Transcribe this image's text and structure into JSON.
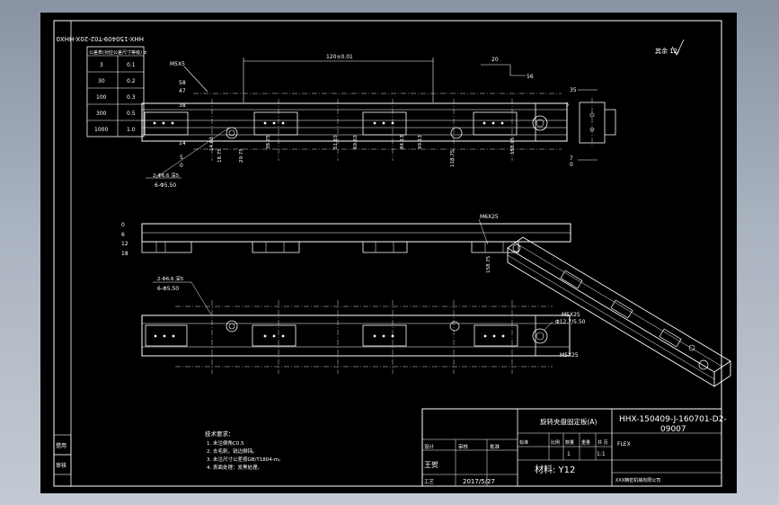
{
  "sheet": {
    "rotated_code": "HHX-150409-T02-20X-HHX0",
    "roughness": "其余 12/",
    "surface_note": "M5X5"
  },
  "tolerance_table": {
    "header": "公差表(对应公差尺寸等级) ±",
    "rows": [
      [
        "3",
        "0.1"
      ],
      [
        "30",
        "0.2"
      ],
      [
        "100",
        "0.3"
      ],
      [
        "300",
        "0.5"
      ],
      [
        "1000",
        "1.0"
      ]
    ]
  },
  "dimensions": {
    "top_span": "120±0.01",
    "small_span": "20",
    "v56": "56",
    "v58": "58",
    "v47": "47",
    "v38": "38",
    "v35": "35",
    "v5": "5",
    "v7": "7",
    "v14": "14",
    "v0": "0",
    "hole_note_top": "2-Φ6.6 深5",
    "hole_note_mid": "6-Φ5.50",
    "m6": "M6X25",
    "m5_right": "M5X25",
    "hole_right": "Φ12.7/5.50",
    "elev": [
      "6",
      "12",
      "18"
    ]
  },
  "vertical_labels": [
    "14.63",
    "18.75",
    "29.75",
    "38.75",
    "51.63",
    "69.63",
    "84.13",
    "99.13",
    "118.75",
    "158.75"
  ],
  "notes": {
    "title": "技术要求：",
    "lines": [
      "1. 未注倒角C0.5",
      "2. 去毛刺，锐边倒钝。",
      "3. 未注尺寸公差按GB/T1804-m。",
      "4. 表面处理：发黑处理。"
    ]
  },
  "title_block": {
    "part_name": "旋转夹盘固定板(A)",
    "drawing_number": "HHX-150409-J-160701-D2-09007",
    "material": "材料: Y12",
    "designer": "王贺",
    "date": "2017/5/27",
    "scale": "1:1",
    "quantity": "1",
    "company": "XXX精密机械有限公司",
    "label_design": "设计",
    "label_check": "审核",
    "label_approve": "批准",
    "label_proc": "工艺",
    "label_std": "标准",
    "label_scale": "比例",
    "label_qty": "数量",
    "label_weight": "重量",
    "label_sheet": "共 页",
    "label_page": "第 页",
    "label_note": "FLEX",
    "left_margin_1": "借用",
    "left_margin_2": "审核"
  }
}
